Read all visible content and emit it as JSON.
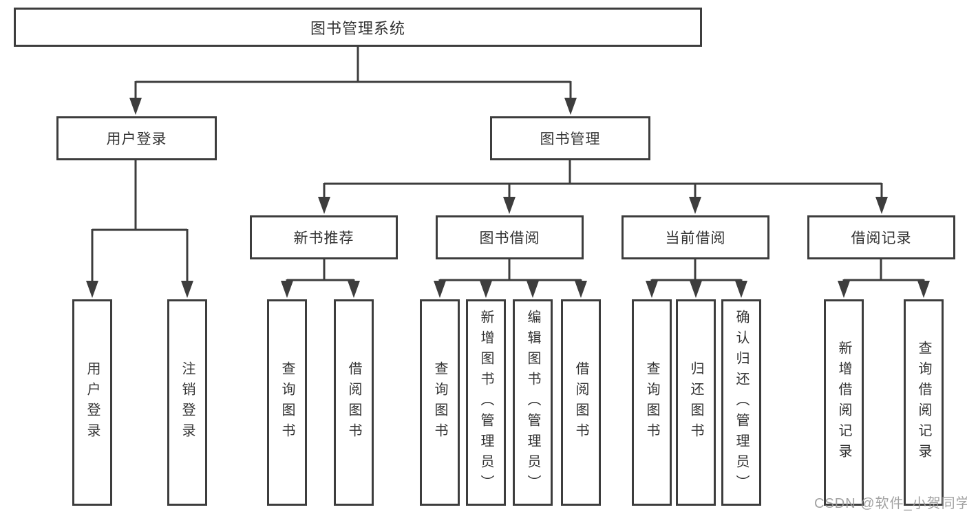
{
  "colors": {
    "background": "#ffffff",
    "line": "#3d3d3d",
    "box_border": "#3d3d3d",
    "text": "#333333",
    "watermark": "#9a9a9a"
  },
  "diagram_type": "hierarchy-tree",
  "tree": {
    "label": "图书管理系统",
    "children": [
      {
        "label": "用户登录",
        "children": [
          {
            "label": "用户登录"
          },
          {
            "label": "注销登录"
          }
        ]
      },
      {
        "label": "图书管理",
        "children": [
          {
            "label": "新书推荐",
            "children": [
              {
                "label": "查询图书"
              },
              {
                "label": "借阅图书"
              }
            ]
          },
          {
            "label": "图书借阅",
            "children": [
              {
                "label": "查询图书"
              },
              {
                "label": "新增图书（管理员）"
              },
              {
                "label": "编辑图书（管理员）"
              },
              {
                "label": "借阅图书"
              }
            ]
          },
          {
            "label": "当前借阅",
            "children": [
              {
                "label": "查询图书"
              },
              {
                "label": "归还图书"
              },
              {
                "label": "确认归还（管理员）"
              }
            ]
          },
          {
            "label": "借阅记录",
            "children": [
              {
                "label": "新增借阅记录"
              },
              {
                "label": "查询借阅记录"
              }
            ]
          }
        ]
      }
    ]
  },
  "watermark": {
    "text": "CSDN @软件_小贺同学"
  }
}
